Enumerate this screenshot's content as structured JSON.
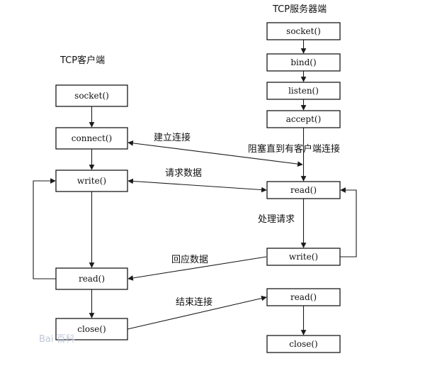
{
  "client": {
    "title": "TCP客户端",
    "nodes": {
      "socket": "socket()",
      "connect": "connect()",
      "write": "write()",
      "read": "read()",
      "close": "close()"
    }
  },
  "server": {
    "title": "TCP服务器端",
    "nodes": {
      "socket": "socket()",
      "bind": "bind()",
      "listen": "listen()",
      "accept": "accept()",
      "read": "read()",
      "write": "write()",
      "read2": "read()",
      "close": "close()"
    }
  },
  "labels": {
    "establish_connection": "建立连接",
    "block_until_connect": "阻塞直到有客户端连接",
    "request_data": "请求数据",
    "process_request": "处理请求",
    "response_data": "回应数据",
    "end_connection": "结束连接"
  },
  "watermark": "Bai 百科"
}
